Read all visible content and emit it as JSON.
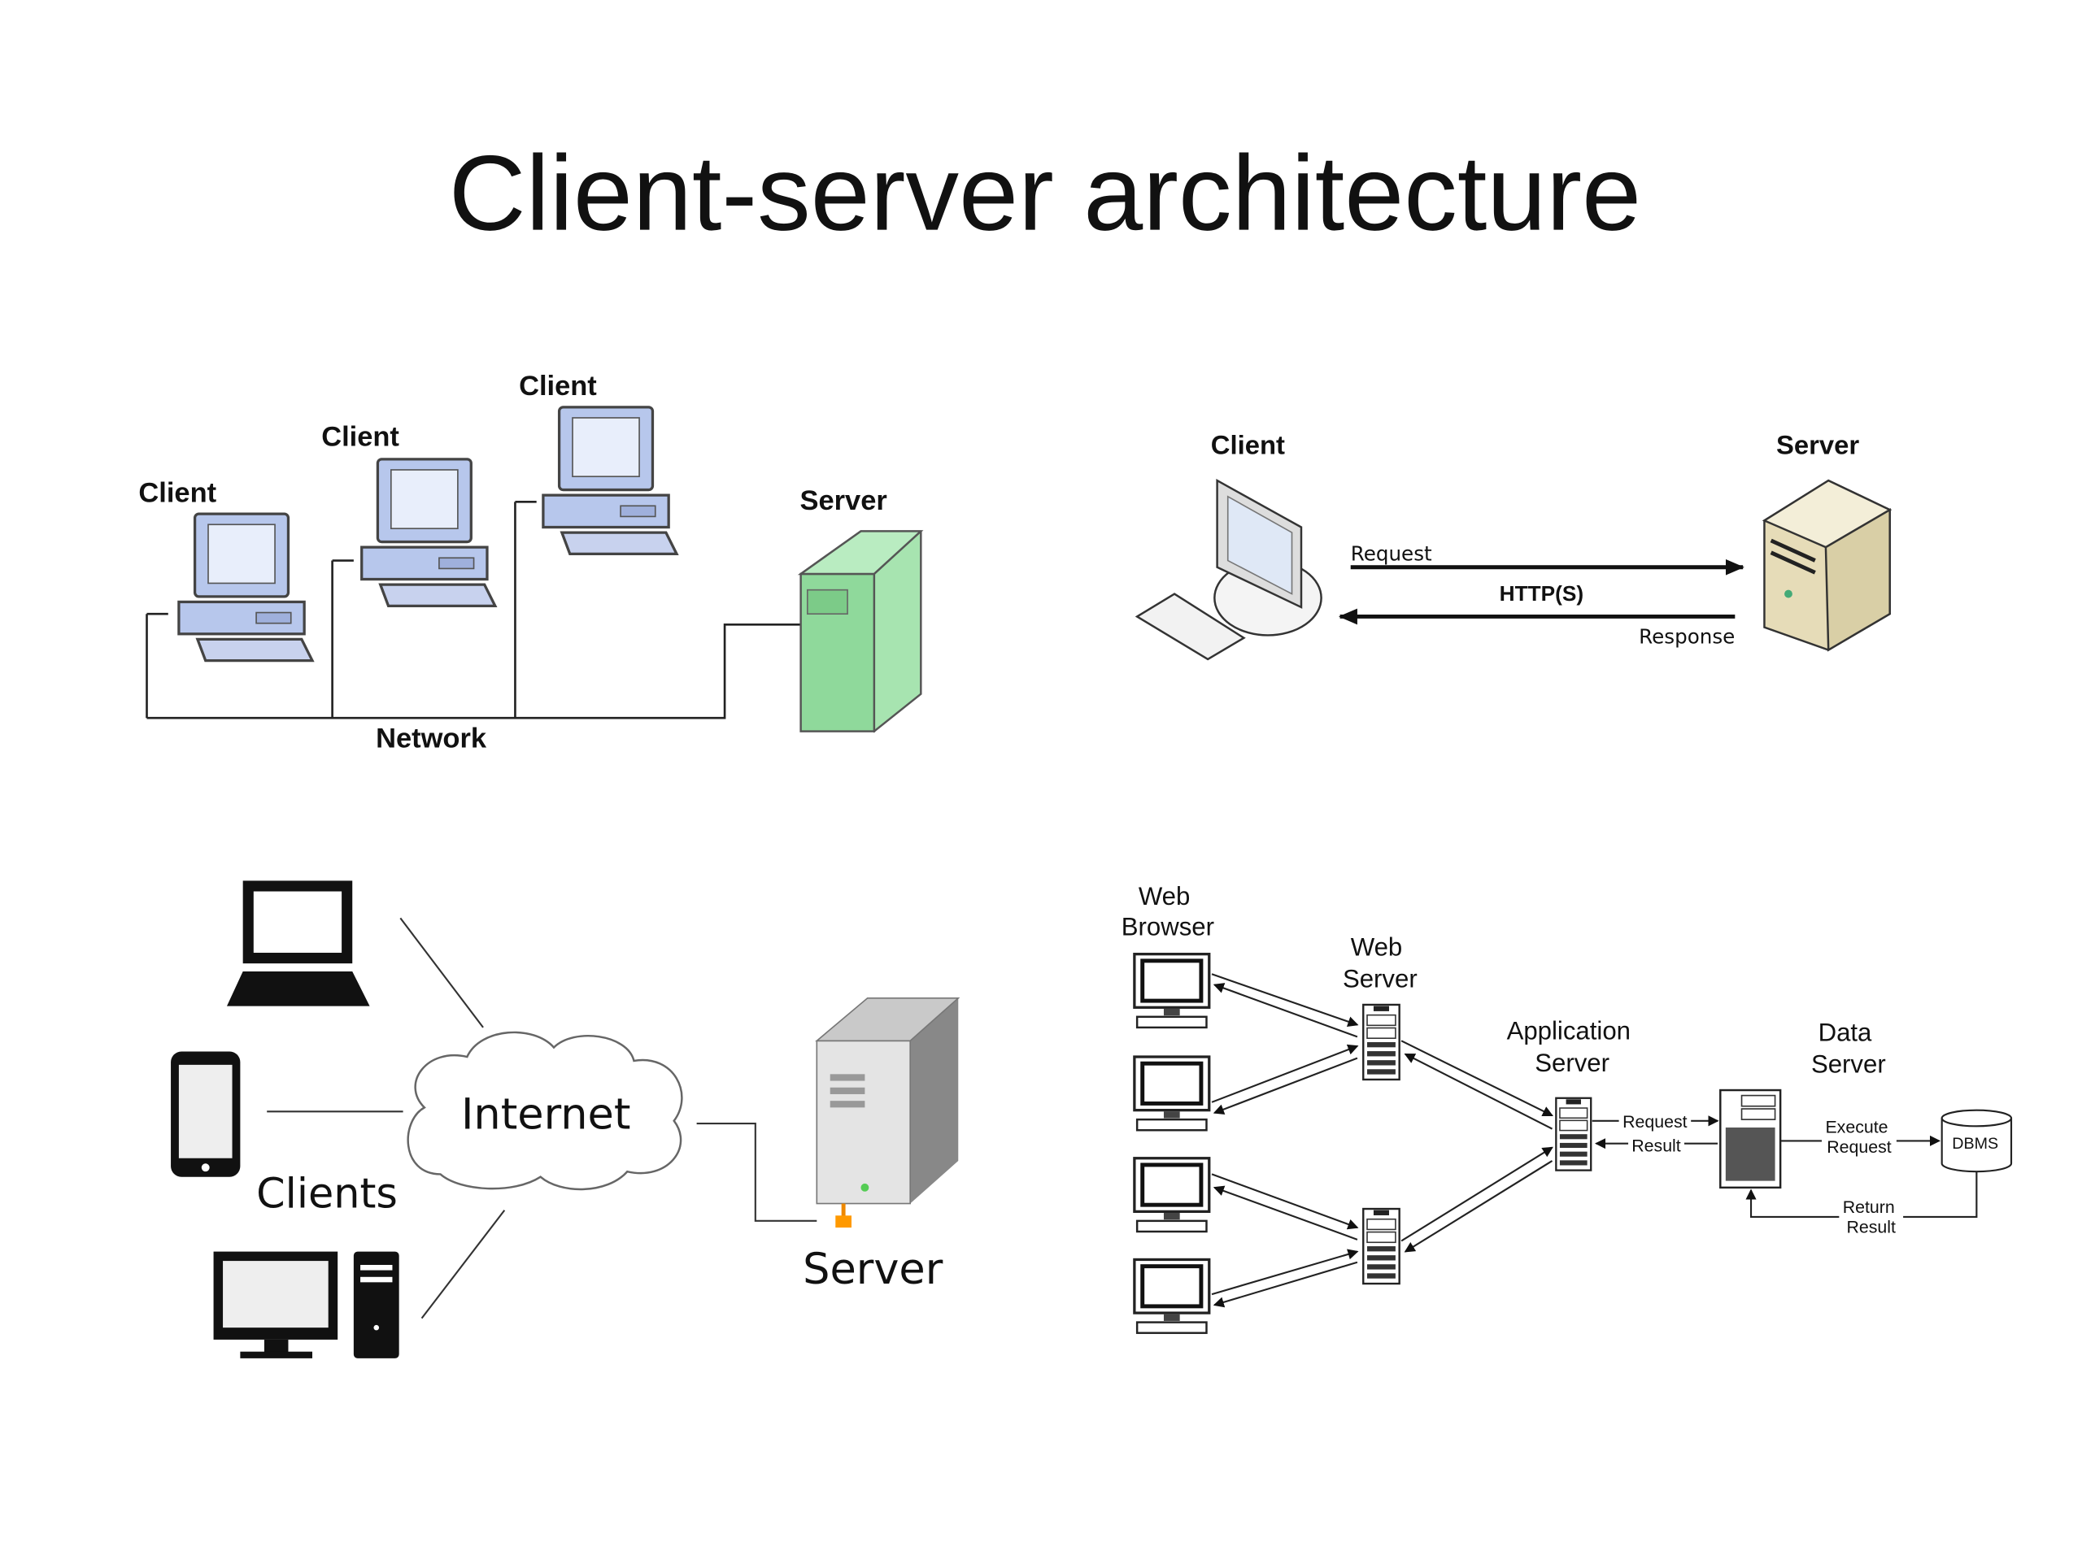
{
  "title": "Client-server architecture",
  "panel_network": {
    "clients": [
      "Client",
      "Client",
      "Client"
    ],
    "server": "Server",
    "network": "Network",
    "server_color": "#8fd99b",
    "client_color": "#b7c7ec"
  },
  "panel_http": {
    "client": "Client",
    "server": "Server",
    "request": "Request",
    "protocol": "HTTP(S)",
    "response": "Response",
    "server_color": "#e6dcb8"
  },
  "panel_internet": {
    "internet": "Internet",
    "clients": "Clients",
    "server": "Server"
  },
  "panel_three_tier": {
    "web_browser": [
      "Web",
      "Browser"
    ],
    "web_server": [
      "Web",
      "Server"
    ],
    "application_server": [
      "Application",
      "Server"
    ],
    "data_server": [
      "Data",
      "Server"
    ],
    "request": "Request",
    "result": "Result",
    "execute_request": [
      "Execute",
      "Request"
    ],
    "dbms": "DBMS",
    "return_result": [
      "Return",
      "Result"
    ]
  }
}
